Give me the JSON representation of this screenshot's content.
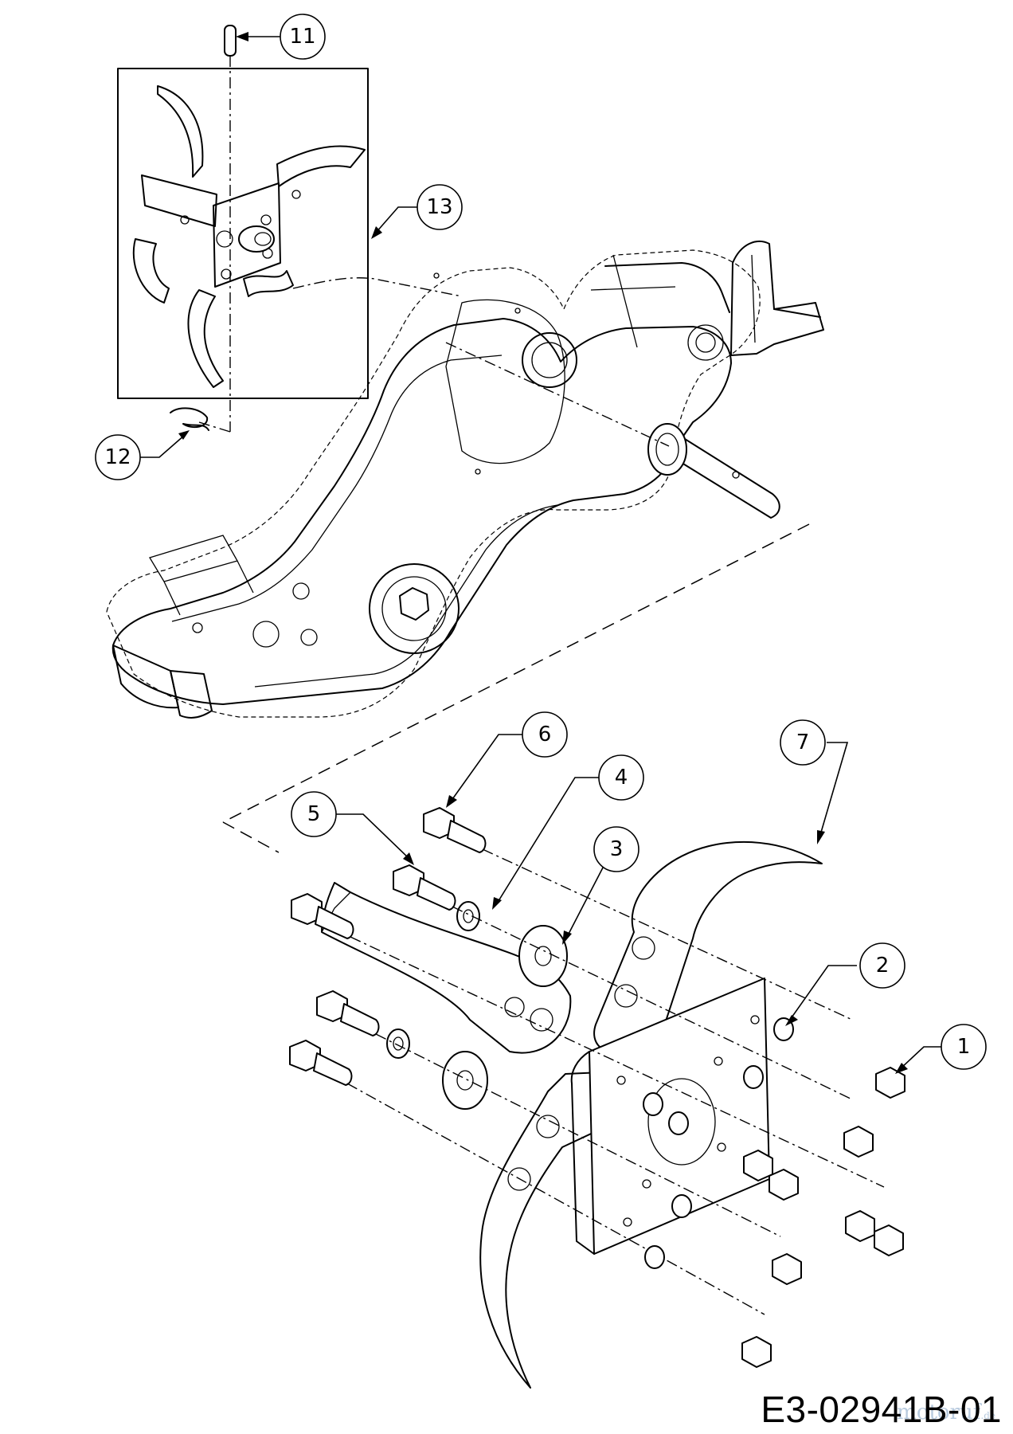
{
  "diagram": {
    "drawing_code": "E3-02941B-01",
    "watermark": {
      "brand": "motoruf",
      "suffix": ".de"
    },
    "callouts": [
      {
        "label": "1"
      },
      {
        "label": "2"
      },
      {
        "label": "3"
      },
      {
        "label": "4"
      },
      {
        "label": "5"
      },
      {
        "label": "6"
      },
      {
        "label": "7"
      },
      {
        "label": "11"
      },
      {
        "label": "12"
      },
      {
        "label": "13"
      }
    ]
  }
}
